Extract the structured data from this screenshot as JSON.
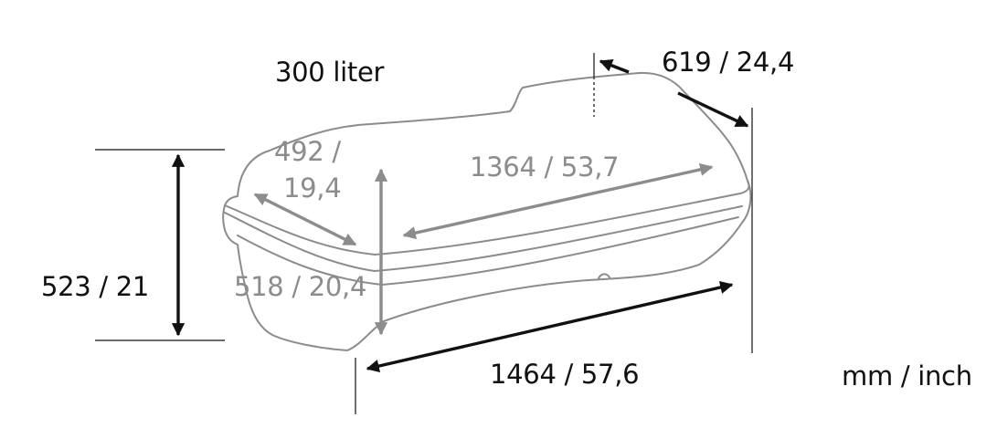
{
  "capacity": "300 liter",
  "units": "mm / inch",
  "dimensions": {
    "overall_height": "523 / 21",
    "overall_length": "1464 / 57,6",
    "overall_width": "619 / 24,4",
    "inner_length": "1364 / 53,7",
    "inner_width_line1": "492 /",
    "inner_width_line2": "19,4",
    "inner_height": "518 / 20,4"
  },
  "colors": {
    "outline": "#8c8c8c",
    "outer_dimensions": "#111111",
    "inner_dimensions": "#8c8c8c"
  }
}
